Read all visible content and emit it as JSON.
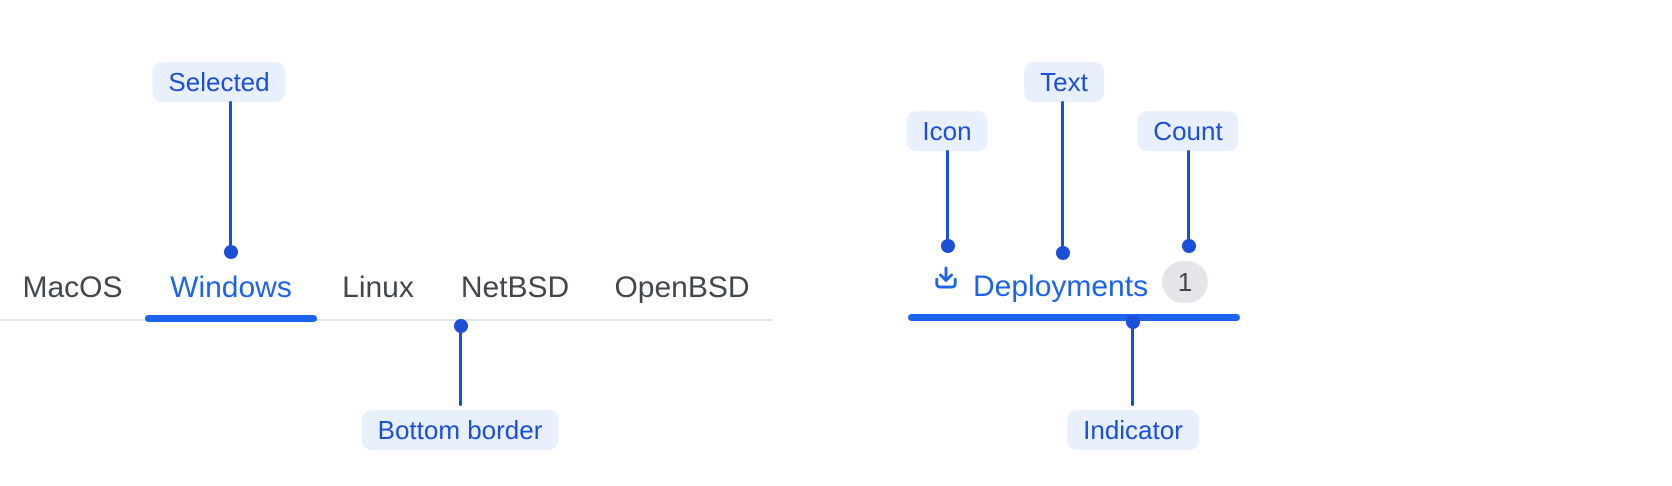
{
  "colors": {
    "background": "#ffffff",
    "accent_blue": "#1d63ed",
    "annotation_blue": "#1c4fd8",
    "annotation_pill_bg": "#e9f0fd",
    "tab_text": "#42474e",
    "tab_bar_border": "#e1e3e6",
    "count_badge_bg": "#e3e5e8",
    "count_badge_text": "#44484e"
  },
  "tab_bar": {
    "tabs": [
      {
        "label": "MacOS",
        "selected": false
      },
      {
        "label": "Windows",
        "selected": true
      },
      {
        "label": "Linux",
        "selected": false
      },
      {
        "label": "NetBSD",
        "selected": false
      },
      {
        "label": "OpenBSD",
        "selected": false
      }
    ]
  },
  "deployments_tab": {
    "icon": "download-icon",
    "label": "Deployments",
    "count": "1"
  },
  "annotations": {
    "selected": "Selected",
    "bottom_border": "Bottom border",
    "icon": "Icon",
    "text": "Text",
    "count": "Count",
    "indicator": "Indicator"
  }
}
